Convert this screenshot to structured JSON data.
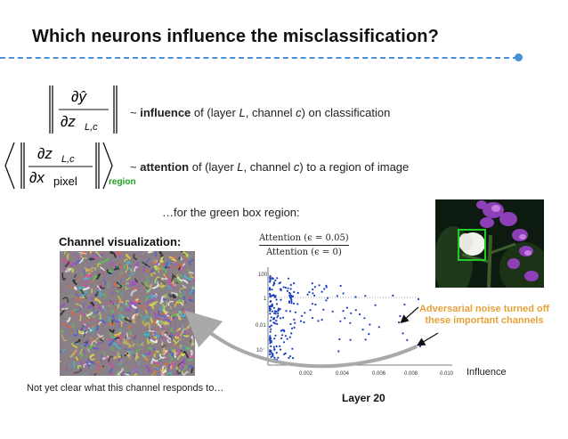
{
  "title": "Which neurons influence the misclassification?",
  "equation1": {
    "numerator": "∂ŷ",
    "denominator_main": "∂z",
    "denominator_sub": "L,c",
    "prefix": "~ ",
    "bold": "influence",
    "text_a": " of (layer ",
    "var_layer": "L",
    "text_b": ", channel ",
    "var_channel": "c",
    "text_c": ") on classification"
  },
  "equation2": {
    "numerator_main": "∂z",
    "numerator_sub": "L,c",
    "denominator_main": "∂x",
    "denominator_sub": "pixel",
    "region_label": "region",
    "prefix": "~ ",
    "bold": "attention",
    "text_a": " of (layer ",
    "var_layer": "L",
    "text_b": ", channel ",
    "var_channel": "c",
    "text_c": ") to a region of image"
  },
  "region_note": "…for the green box region:",
  "channel_visualization": {
    "label": "Channel visualization:",
    "caption": "Not yet clear what this channel responds to…"
  },
  "scatter": {
    "y_fraction_numerator": "Attention (ϵ = 0.05)",
    "y_fraction_denominator": "Attention (ϵ = 0)",
    "x_label": "Influence",
    "layer_label": "Layer 20",
    "y_ticks": [
      "100",
      "1",
      "0.01",
      "10⁻"
    ],
    "x_ticks": [
      "0.002",
      "0.004",
      "0.006",
      "0.008",
      "0.010"
    ],
    "point_color": "#1a3fbf"
  },
  "annotation": {
    "line1": "Adversarial noise turned off",
    "line2": "these important channels",
    "color": "#e8a13a"
  },
  "colors": {
    "accent_rule": "#4a90d9",
    "region_green": "#1ea21e",
    "arrow_gray": "#a9a9a9"
  }
}
